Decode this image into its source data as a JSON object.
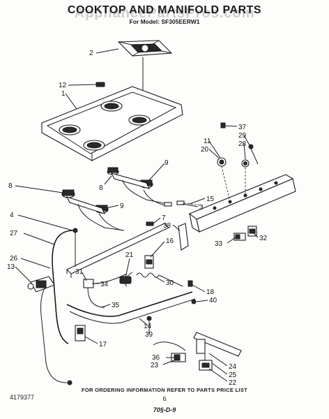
{
  "header": {
    "title": "COOKTOP AND MANIFOLD PARTS",
    "subtitle": "For Model: SF305EERW1",
    "watermark": "AppliancePartsPros.com"
  },
  "footer": {
    "note": "FOR ORDERING INFORMATION REFER TO PARTS PRICE LIST",
    "doc_number": "4179377",
    "page_number": "6",
    "code": "70§-D-9"
  },
  "callouts": [
    {
      "id": "c2",
      "text": "2"
    },
    {
      "id": "c12",
      "text": "12"
    },
    {
      "id": "c1",
      "text": "1"
    },
    {
      "id": "c37",
      "text": "37"
    },
    {
      "id": "c29",
      "text": "29"
    },
    {
      "id": "c28",
      "text": "28"
    },
    {
      "id": "c11",
      "text": "11"
    },
    {
      "id": "c20",
      "text": "20"
    },
    {
      "id": "c9a",
      "text": "9"
    },
    {
      "id": "c8a",
      "text": "8"
    },
    {
      "id": "c8b",
      "text": "8"
    },
    {
      "id": "c15",
      "text": "15"
    },
    {
      "id": "c3",
      "text": "3"
    },
    {
      "id": "c9b",
      "text": "9"
    },
    {
      "id": "c4",
      "text": "4"
    },
    {
      "id": "c7",
      "text": "7"
    },
    {
      "id": "c38",
      "text": "38"
    },
    {
      "id": "c27",
      "text": "27"
    },
    {
      "id": "c33",
      "text": "33"
    },
    {
      "id": "c32",
      "text": "32"
    },
    {
      "id": "c16",
      "text": "16"
    },
    {
      "id": "c26",
      "text": "26"
    },
    {
      "id": "c13",
      "text": "13"
    },
    {
      "id": "c21",
      "text": "21"
    },
    {
      "id": "c31",
      "text": "31"
    },
    {
      "id": "c34",
      "text": "34"
    },
    {
      "id": "c30",
      "text": "30"
    },
    {
      "id": "c18",
      "text": "18"
    },
    {
      "id": "c40",
      "text": "40"
    },
    {
      "id": "c35",
      "text": "35"
    },
    {
      "id": "c14",
      "text": "14"
    },
    {
      "id": "c39",
      "text": "39"
    },
    {
      "id": "c17",
      "text": "17"
    },
    {
      "id": "c36",
      "text": "36"
    },
    {
      "id": "c23",
      "text": "23"
    },
    {
      "id": "c24",
      "text": "24"
    },
    {
      "id": "c25",
      "text": "25"
    },
    {
      "id": "c22",
      "text": "22"
    }
  ]
}
